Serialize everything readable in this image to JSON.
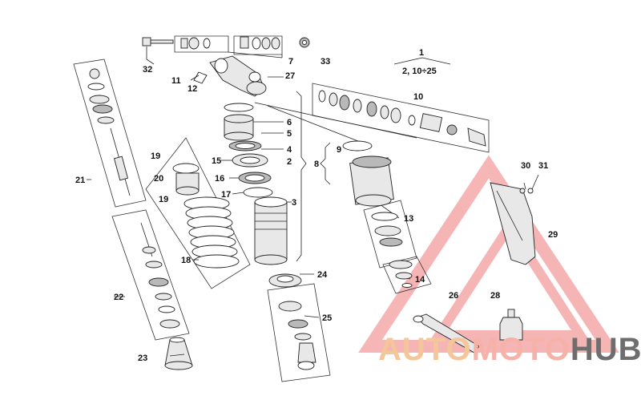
{
  "callouts": {
    "c1": "1",
    "c2_range": "2, 10÷25",
    "c2": "2",
    "c3": "3",
    "c4": "4",
    "c5": "5",
    "c6": "6",
    "c7": "7",
    "c8": "8",
    "c9": "9",
    "c10": "10",
    "c11": "11",
    "c12": "12",
    "c13": "13",
    "c14": "14",
    "c15": "15",
    "c16": "16",
    "c17": "17",
    "c18": "18",
    "c19a": "19",
    "c19b": "19",
    "c20": "20",
    "c21": "21",
    "c22": "22",
    "c23": "23",
    "c24": "24",
    "c25": "25",
    "c26": "26",
    "c27": "27",
    "c28": "28",
    "c29": "29",
    "c30": "30",
    "c31": "31",
    "c32": "32",
    "c33": "33"
  },
  "watermark": {
    "part1": "AUTO",
    "part2": "MOTO",
    "part3": "HUB",
    "colors": {
      "auto": "#f4c69a",
      "moto": "#f6b2a8",
      "hub": "#6e6e6e",
      "triangle": "#f07a7a"
    }
  }
}
